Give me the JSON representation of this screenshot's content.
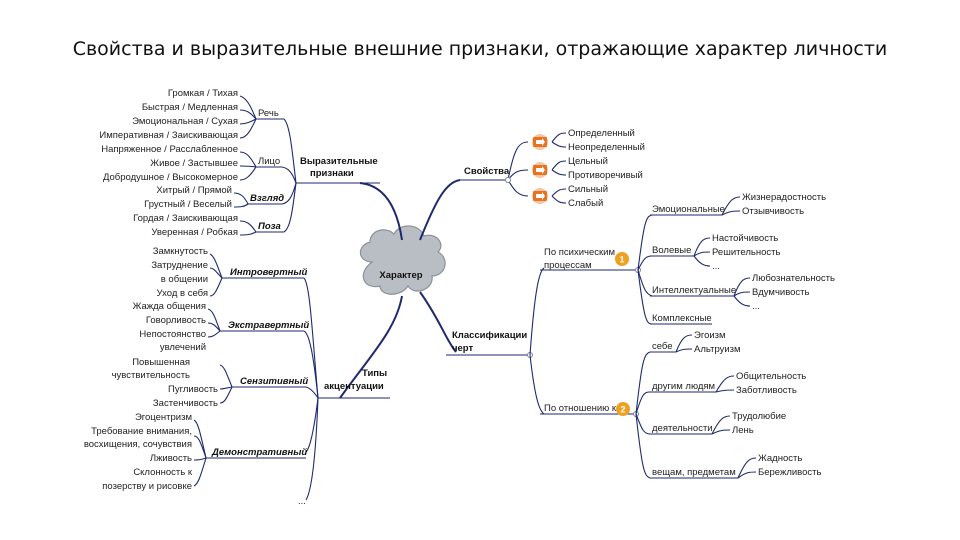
{
  "title": "Свойства и выразительные внешние признаки, отражающие характер личности",
  "center": "Характер",
  "left_top": {
    "label": [
      "Выразительные",
      "признаки"
    ],
    "groups": [
      {
        "name": "Речь",
        "items": [
          "Громкая / Тихая",
          "Быстрая / Медленная",
          "Эмоциональная / Сухая",
          "Императивная / Заискивающая"
        ]
      },
      {
        "name": "Лицо",
        "items": [
          "Напряженное / Расслабленное",
          "Живое / Застывшее",
          "Добродушное / Высокомерное"
        ]
      },
      {
        "name": "Взгляд",
        "items": [
          "Хитрый / Прямой",
          "Грустный / Веселый"
        ]
      },
      {
        "name": "Поза",
        "items": [
          "Гордая / Заискивающая",
          "Уверенная / Робкая"
        ]
      }
    ]
  },
  "left_bottom": {
    "label": [
      "Типы",
      "акцентуации"
    ],
    "groups": [
      {
        "name": "Интровертный",
        "items": [
          "Замкнутость",
          "Затруднение",
          "в общении",
          "Уход в себя"
        ]
      },
      {
        "name": "Экстравертный",
        "items": [
          "Жажда общения",
          "Говорливость",
          "Непостоянство",
          "увлечений"
        ]
      },
      {
        "name": "Сензитивный",
        "items": [
          "Повышенная",
          "чувствительность",
          "Пугливость",
          "Застенчивость"
        ]
      },
      {
        "name": "Демонстративный",
        "items": [
          "Эгоцентризм",
          "Требование внимания,",
          "восхищения, сочувствия",
          "Лживость",
          "Склонность к",
          "позерству и рисовке"
        ]
      }
    ],
    "more": "..."
  },
  "right_top": {
    "label": "Свойства",
    "pairs": [
      [
        "Определенный",
        "Неопределенный"
      ],
      [
        "Цельный",
        "Противоречивый"
      ],
      [
        "Сильный",
        "Слабый"
      ]
    ]
  },
  "right_bottom": {
    "label": [
      "Классификации",
      "черт"
    ],
    "branch1": {
      "label": [
        "По психическим",
        "процессам"
      ],
      "badge": "1",
      "subs": [
        {
          "name": "Эмоциональные",
          "items": [
            "Жизнерадостность",
            "Отзывчивость"
          ]
        },
        {
          "name": "Волевые",
          "items": [
            "Настойчивость",
            "Решительность",
            "..."
          ]
        },
        {
          "name": "Интеллектуальные",
          "items": [
            "Любознательность",
            "Вдумчивость",
            "..."
          ]
        },
        {
          "name": "Комплексные",
          "items": []
        }
      ]
    },
    "branch2": {
      "label": "По отношению к",
      "badge": "2",
      "subs": [
        {
          "name": "себе",
          "items": [
            "Эгоизм",
            "Альтруизм"
          ]
        },
        {
          "name": "другим людям",
          "items": [
            "Общительность",
            "Заботливость"
          ]
        },
        {
          "name": "деятельности",
          "items": [
            "Трудолюбие",
            "Лень"
          ]
        },
        {
          "name": "вещам, предметам",
          "items": [
            "Жадность",
            "Бережливость"
          ]
        }
      ]
    }
  },
  "colors": {
    "line": "#1f2a6e",
    "cloud": "#b9bdc4",
    "badge": "#f0a020",
    "arrow_box": "#e8721e"
  }
}
